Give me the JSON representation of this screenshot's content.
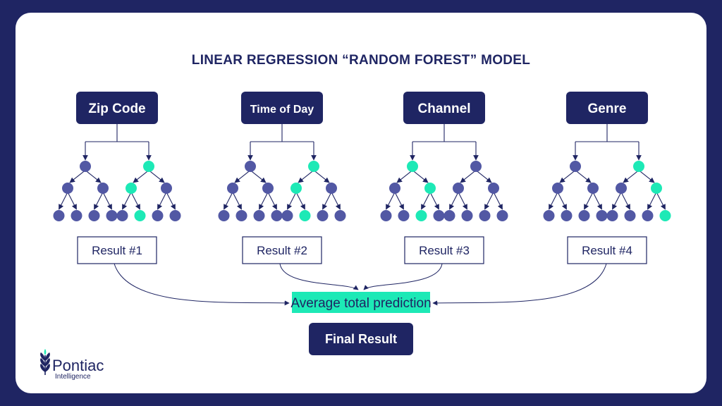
{
  "title": "LINEAR REGRESSION “RANDOM FOREST” MODEL",
  "colors": {
    "navy": "#1f2563",
    "node": "#5258a4",
    "highlight": "#1de9b6",
    "background": "#ffffff"
  },
  "trees": [
    {
      "feature": "Zip Code",
      "result": "Result #1",
      "path": [
        "R",
        "RL",
        "RLR"
      ]
    },
    {
      "feature": "Time of Day",
      "result": "Result #2",
      "path": [
        "R",
        "RRL",
        "RRLR"
      ]
    },
    {
      "feature": "Channel",
      "result": "Result #3",
      "path": [
        "L",
        "LR",
        "LRL"
      ]
    },
    {
      "feature": "Genre",
      "result": "Result #4",
      "path": [
        "R",
        "RR",
        "RRR"
      ]
    }
  ],
  "aggregate": {
    "label": "Average total prediction",
    "final": "Final Result"
  },
  "logo": {
    "name": "Pontiac",
    "tagline": "Intelligence",
    "icon": "wheat-icon"
  }
}
